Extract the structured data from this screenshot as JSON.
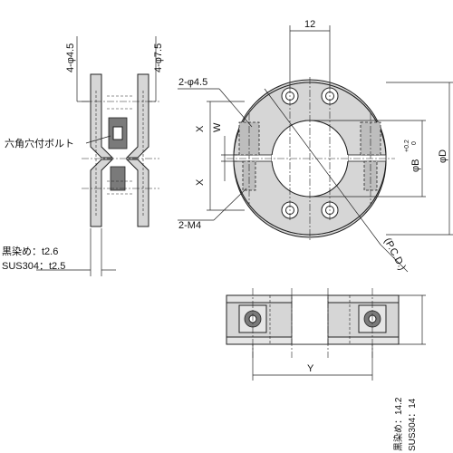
{
  "labels": {
    "side_hole_small": "4-φ4.5",
    "side_hole_large": "4-φ7.5",
    "hex_bolt": "六角穴付ボルト",
    "thickness_black": "黒染め：t2.6",
    "thickness_sus": "SUS304：t2.5",
    "top_dim": "12",
    "hole_2": "2-φ4.5",
    "dim_x_upper": "X",
    "dim_w": "W",
    "dim_x_lower": "X",
    "tap_m4": "2-M4",
    "dim_bore": "φB",
    "bore_tol_upper": "+0.2",
    "bore_tol_lower": "0",
    "dim_outer": "φD",
    "pcd": "(P.C.D.)",
    "dim_y": "Y",
    "height_black": "黒染め：14.2",
    "height_sus": "SUS304：14"
  }
}
